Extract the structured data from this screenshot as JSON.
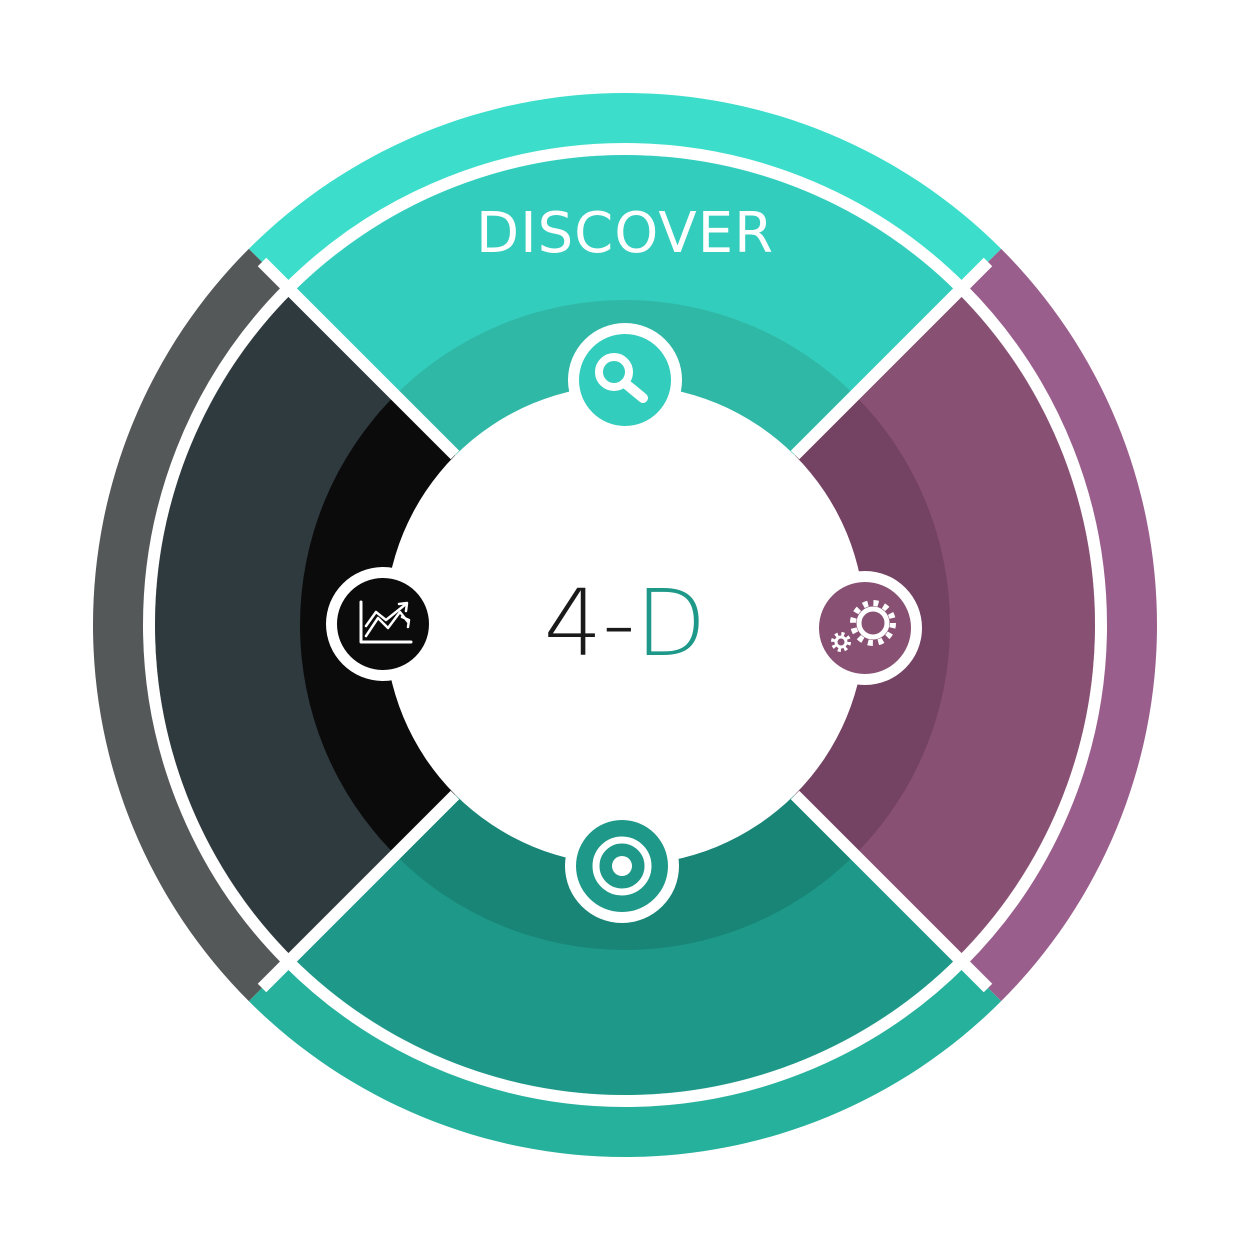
{
  "diagram": {
    "center": {
      "prefix": "4-",
      "accent": "D"
    },
    "segments": [
      {
        "id": "top",
        "label": "DISCOVER",
        "icon": "magnifier-icon"
      },
      {
        "id": "right",
        "label": "",
        "icon": "gears-icon"
      },
      {
        "id": "bottom",
        "label": "",
        "icon": "target-icon"
      },
      {
        "id": "left",
        "label": "",
        "icon": "trend-chart-icon"
      }
    ]
  },
  "colors": {
    "top_outer": "#3cdecb",
    "top_band": "#33cdbd",
    "top_inner": "#30b8a6",
    "right_outer": "#9a5e8c",
    "right_band": "#885072",
    "right_inner": "#744262",
    "bottom_outer": "#25b19b",
    "bottom_band": "#1e9888",
    "bottom_inner": "#188577",
    "left_outer": "#545859",
    "left_band": "#2f3a3f",
    "left_inner": "#0b0b0b",
    "accent_text": "#1e9888",
    "dark_text": "#1a1a1a",
    "white": "#ffffff"
  }
}
